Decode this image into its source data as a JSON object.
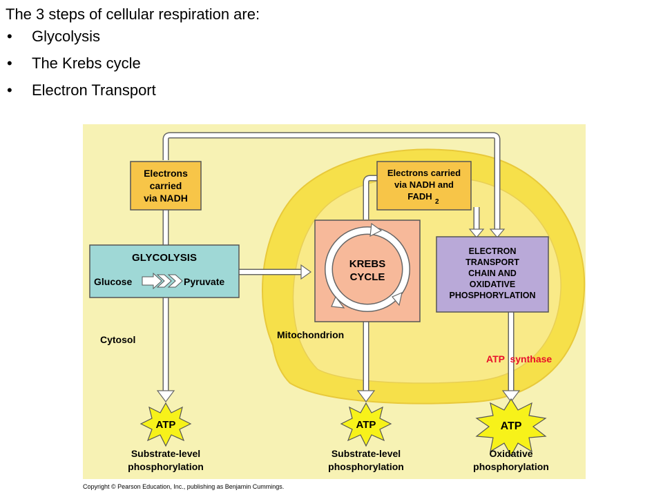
{
  "slide": {
    "heading": "The 3 steps of cellular respiration are:",
    "bullets": [
      {
        "label": "Glycolysis"
      },
      {
        "label": "The Krebs cycle"
      },
      {
        "label": "Electron Transport"
      }
    ],
    "bullet_glyph": "•"
  },
  "diagram": {
    "colors": {
      "background": "#f7f2b4",
      "mitochondrion": "#f6e04a",
      "mitochondrion_inner": "#f9ea88",
      "box_orange": "#f7c548",
      "glycolysis_box": "#9fd8d6",
      "krebs_box": "#f7b99a",
      "etc_box": "#b9a9d8",
      "atp_star": "#f7f21a",
      "atp_synthase_text": "#e8102a",
      "arrow_fill": "#ffffff"
    },
    "electrons_nadh": [
      "Electrons",
      "carried",
      "via NADH"
    ],
    "electrons_nadh_fadh": [
      "Electrons carried",
      "via NADH and",
      "FADH"
    ],
    "fadh_subscript": "2",
    "glycolysis": {
      "title": "GLYCOLYSIS",
      "glucose": "Glucose",
      "pyruvate": "Pyruvate"
    },
    "krebs": [
      "KREBS",
      "CYCLE"
    ],
    "etc": [
      "ELECTRON",
      "TRANSPORT",
      "CHAIN AND",
      "OXIDATIVE",
      "PHOSPHORYLATION"
    ],
    "cytosol_label": "Cytosol",
    "mitochondrion_label": "Mitochondrion",
    "atp_synthase_label": "ATP  synthase",
    "atp_label": "ATP",
    "outputs": [
      {
        "line1": "Substrate-level",
        "line2": "phosphorylation"
      },
      {
        "line1": "Substrate-level",
        "line2": "phosphorylation"
      },
      {
        "line1": "Oxidative",
        "line2": "phosphorylation"
      }
    ]
  },
  "copyright": "Copyright © Pearson Education, Inc., publishing as Benjamin Cummings."
}
